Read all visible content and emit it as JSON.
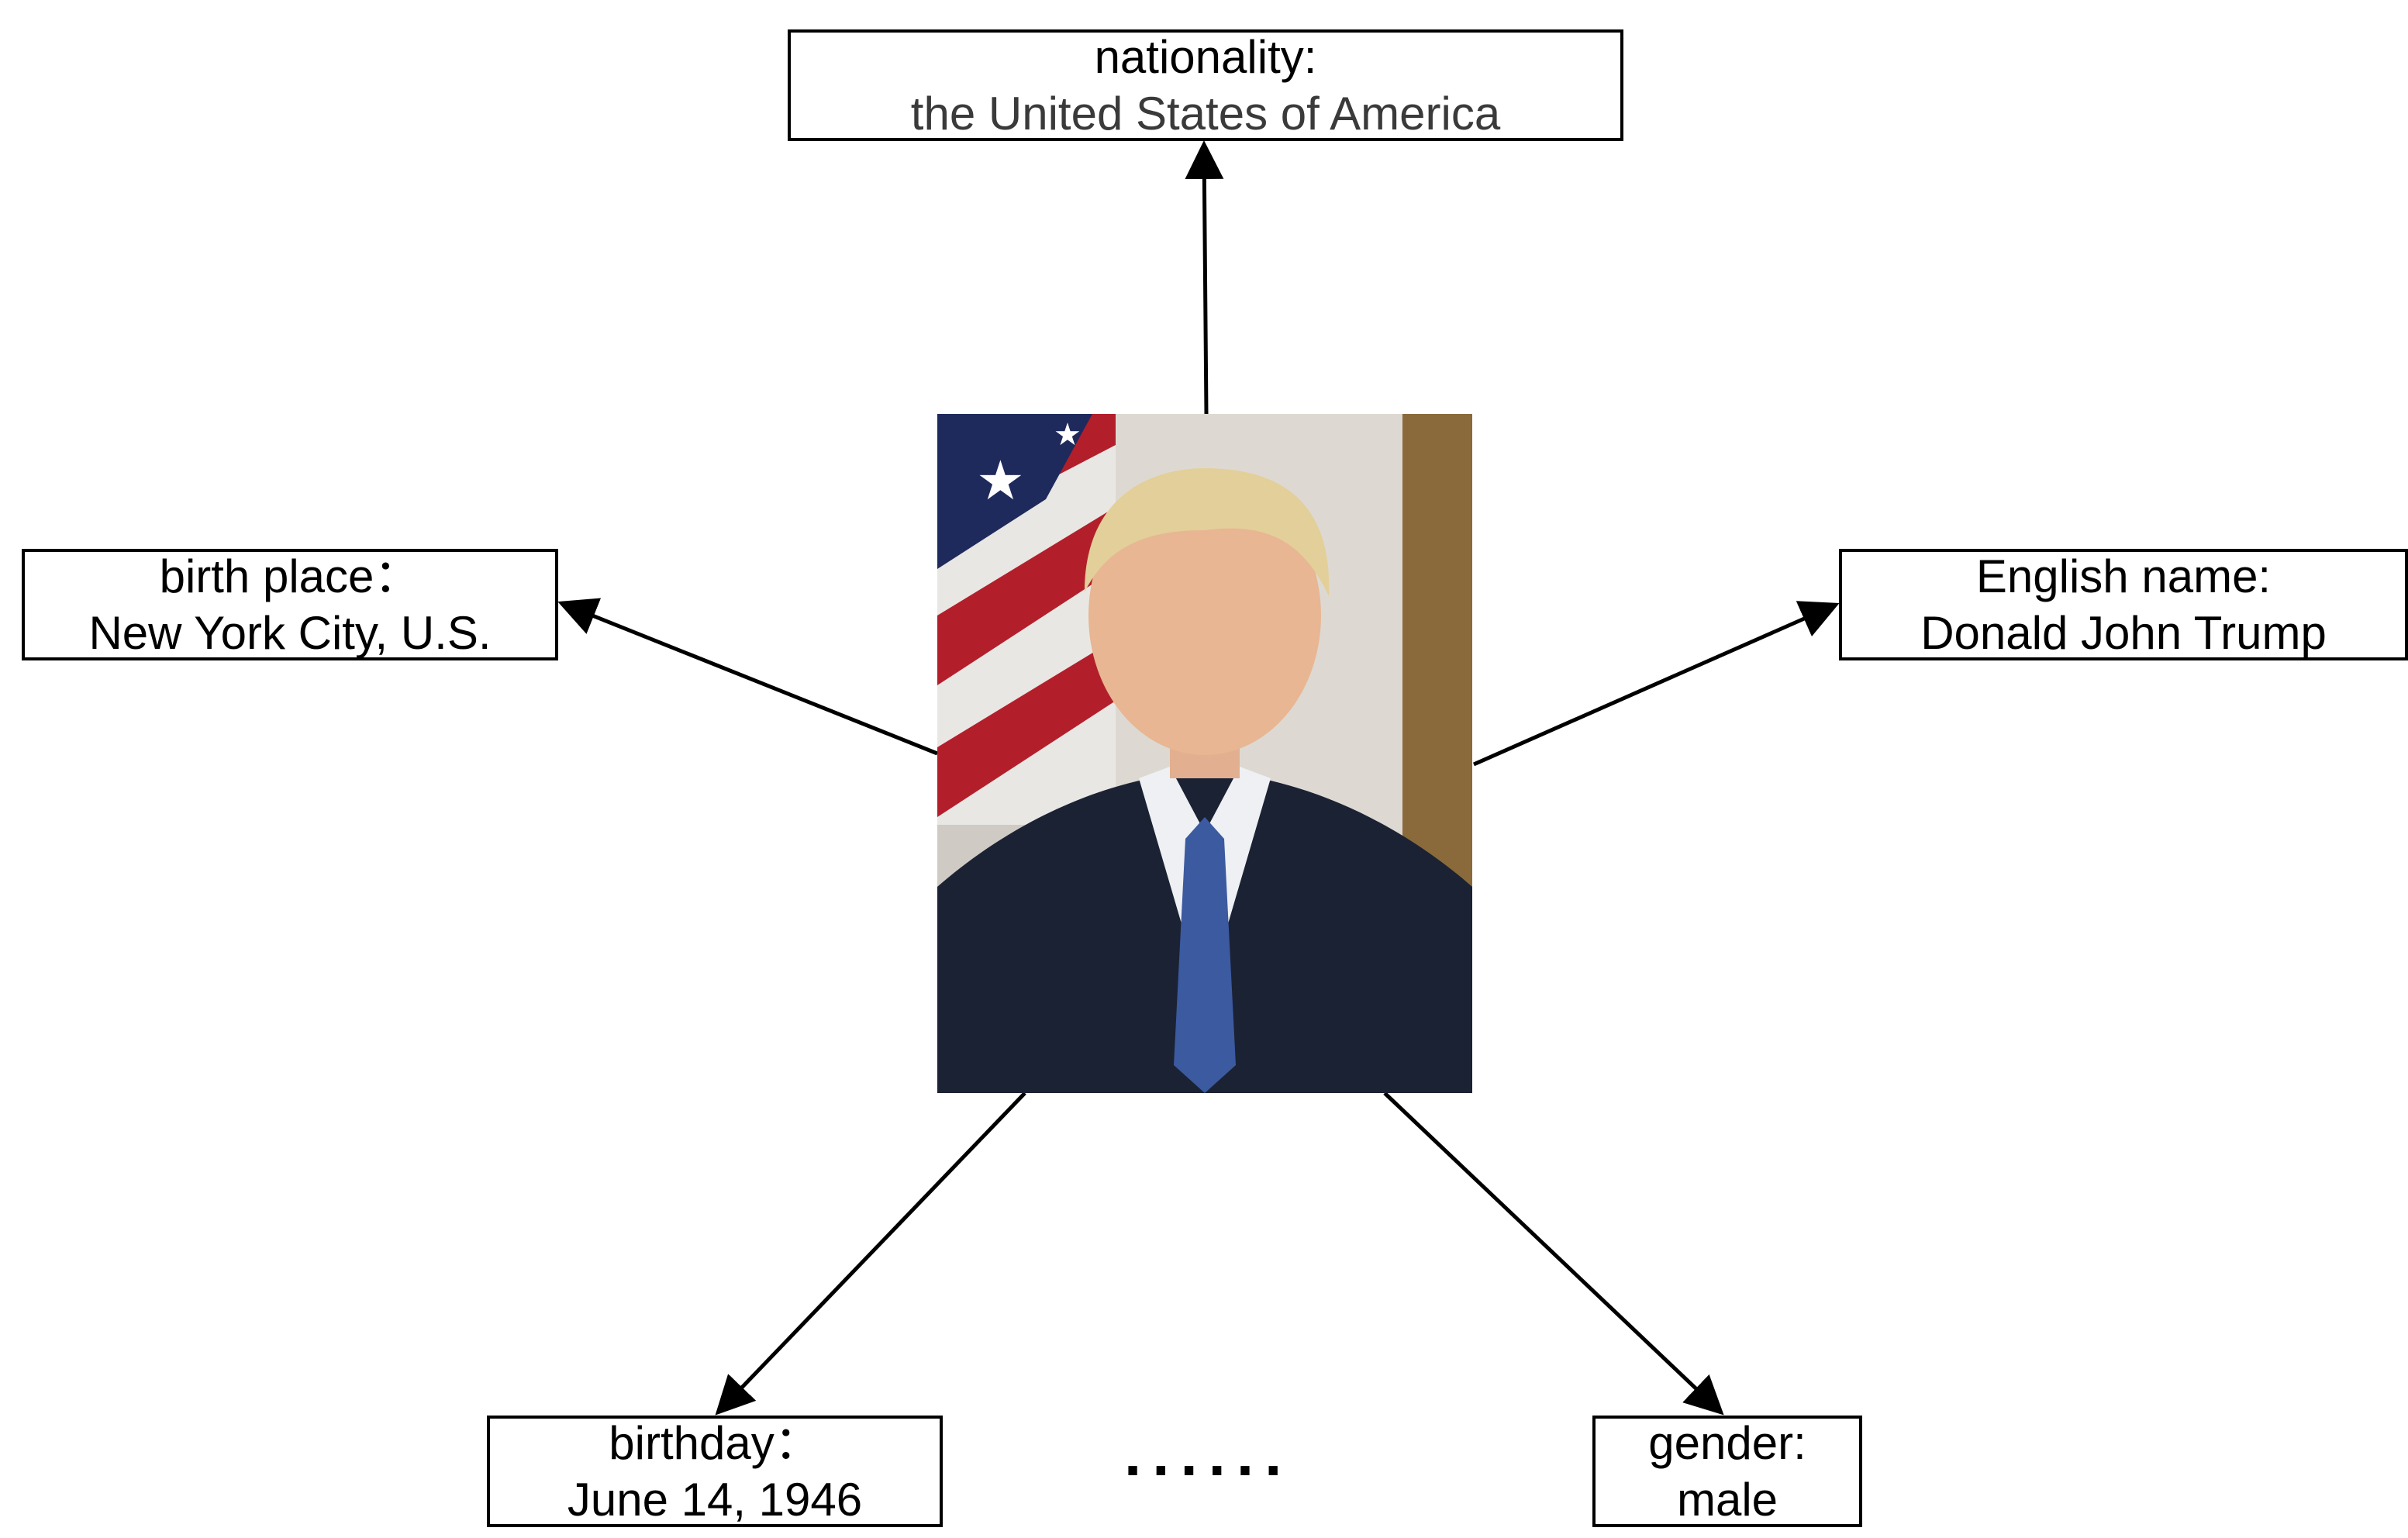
{
  "center": {
    "photo_description": "portrait-photo"
  },
  "nodes": {
    "nationality": {
      "label": "nationality:",
      "value": "the United States of America"
    },
    "birth_place": {
      "label": "birth place：",
      "value": "New York City, U.S."
    },
    "english_name": {
      "label": "English name:",
      "value": "Donald John Trump"
    },
    "birthday": {
      "label": "birthday：",
      "value": "June 14, 1946"
    },
    "gender": {
      "label": "gender:",
      "value": "male"
    }
  },
  "ellipsis": "......",
  "colors": {
    "line": "#000000",
    "box_border": "#000000",
    "nationality_value": "#3a3a3a"
  }
}
